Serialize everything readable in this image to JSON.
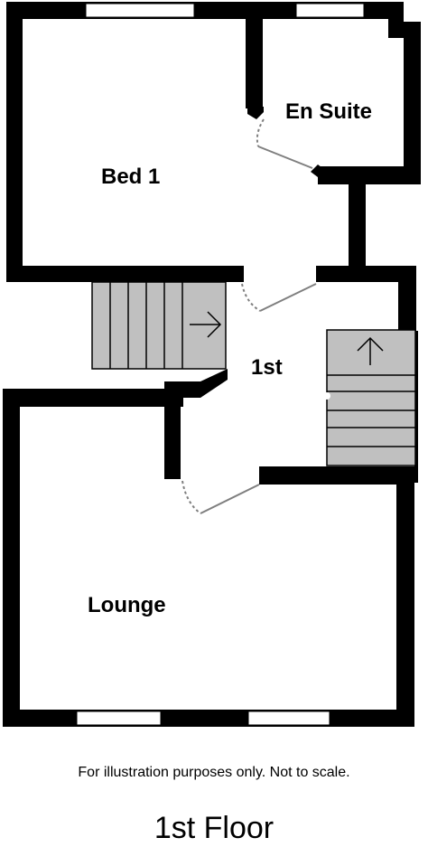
{
  "rooms": {
    "bed1": "Bed 1",
    "en_suite": "En Suite",
    "landing": "1st",
    "lounge": "Lounge"
  },
  "disclaimer": "For illustration purposes only. Not to scale.",
  "floor_title": "1st Floor",
  "colors": {
    "wall": "#000000",
    "stair_fill": "#c0c0c0",
    "door_swing": "#7f7f7f",
    "window": "#ffffff"
  }
}
